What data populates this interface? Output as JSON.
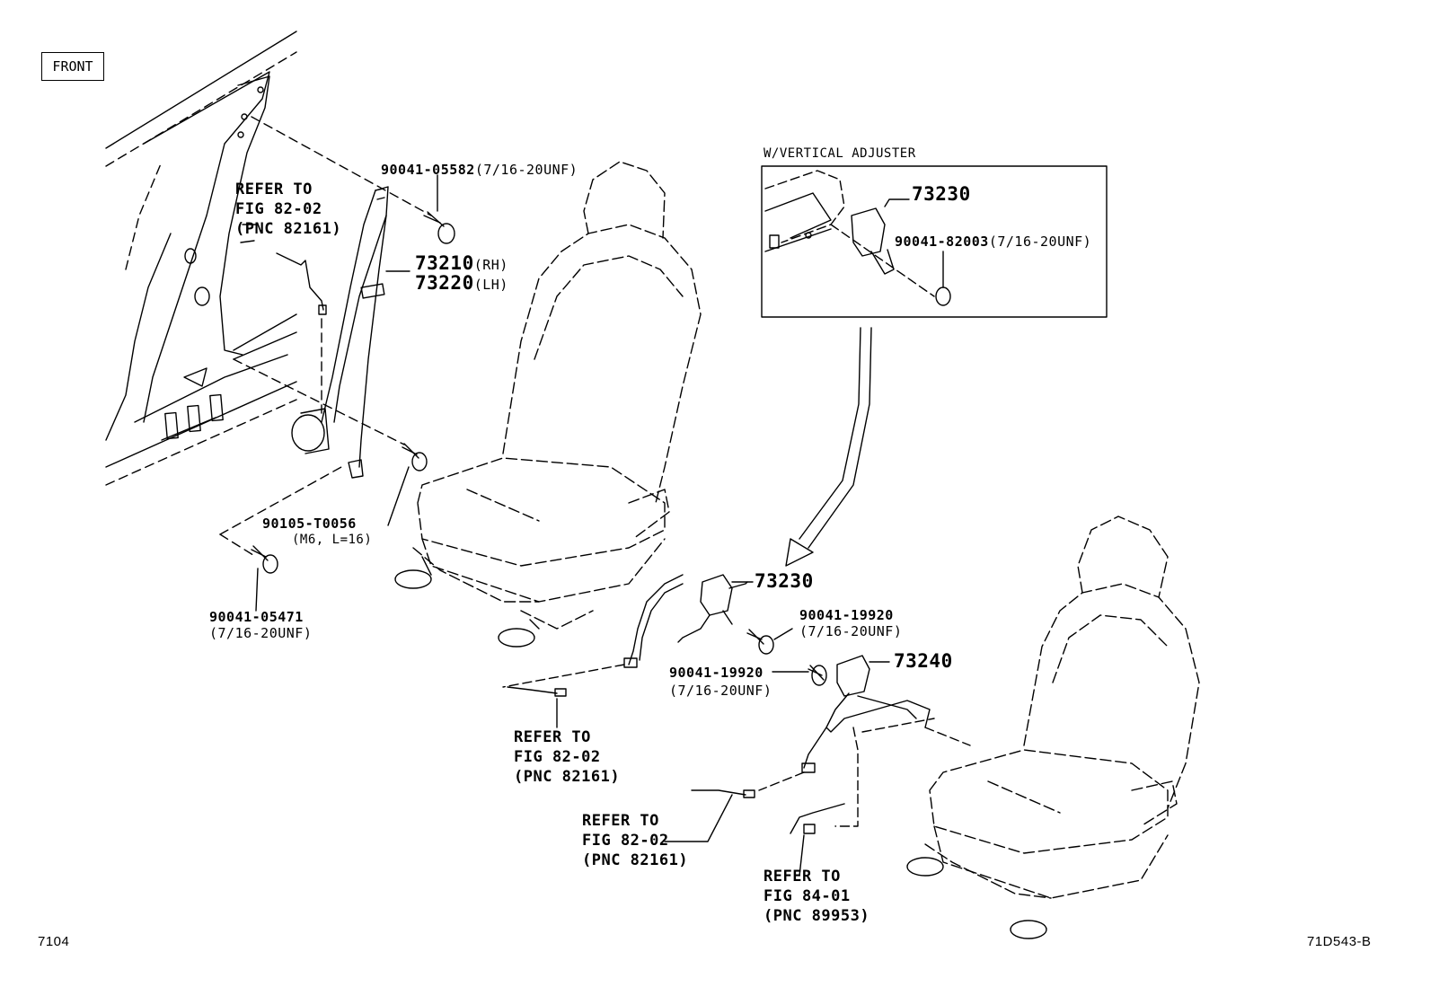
{
  "front_label": "FRONT",
  "inset": {
    "title": "W/VERTICAL ADJUSTER",
    "part_buckle": "73230",
    "part_nut": "90041-82003",
    "part_nut_spec": "(7/16-20UNF)"
  },
  "belt": {
    "part_rh": "73210",
    "rh_tag": "(RH)",
    "part_lh": "73220",
    "lh_tag": "(LH)"
  },
  "bolt_top": {
    "part": "90041-05582",
    "spec": "(7/16-20UNF)"
  },
  "bolt_lower": {
    "part": "90105-T0056",
    "spec": "(M6, L=16)"
  },
  "bolt_anchor": {
    "part": "90041-05471",
    "spec": "(7/16-20UNF)"
  },
  "buckle_main": {
    "part": "73230"
  },
  "bolt_buckle_a": {
    "part": "90041-19920",
    "spec": "(7/16-20UNF)"
  },
  "bolt_buckle_b": {
    "part": "90041-19920",
    "spec": "(7/16-20UNF)"
  },
  "buckle_rear": {
    "part": "73240"
  },
  "refer_pillar": {
    "line1": "REFER TO",
    "line2": "FIG 82-02",
    "line3": "(PNC 82161)"
  },
  "refer_mid": {
    "line1": "REFER TO",
    "line2": "FIG 82-02",
    "line3": "(PNC 82161)"
  },
  "refer_low": {
    "line1": "REFER TO",
    "line2": "FIG 82-02",
    "line3": "(PNC 82161)"
  },
  "refer_84": {
    "line1": "REFER TO",
    "line2": "FIG 84-01",
    "line3": "(PNC 89953)"
  },
  "footer_left": "7104",
  "footer_right": "71D543-B"
}
